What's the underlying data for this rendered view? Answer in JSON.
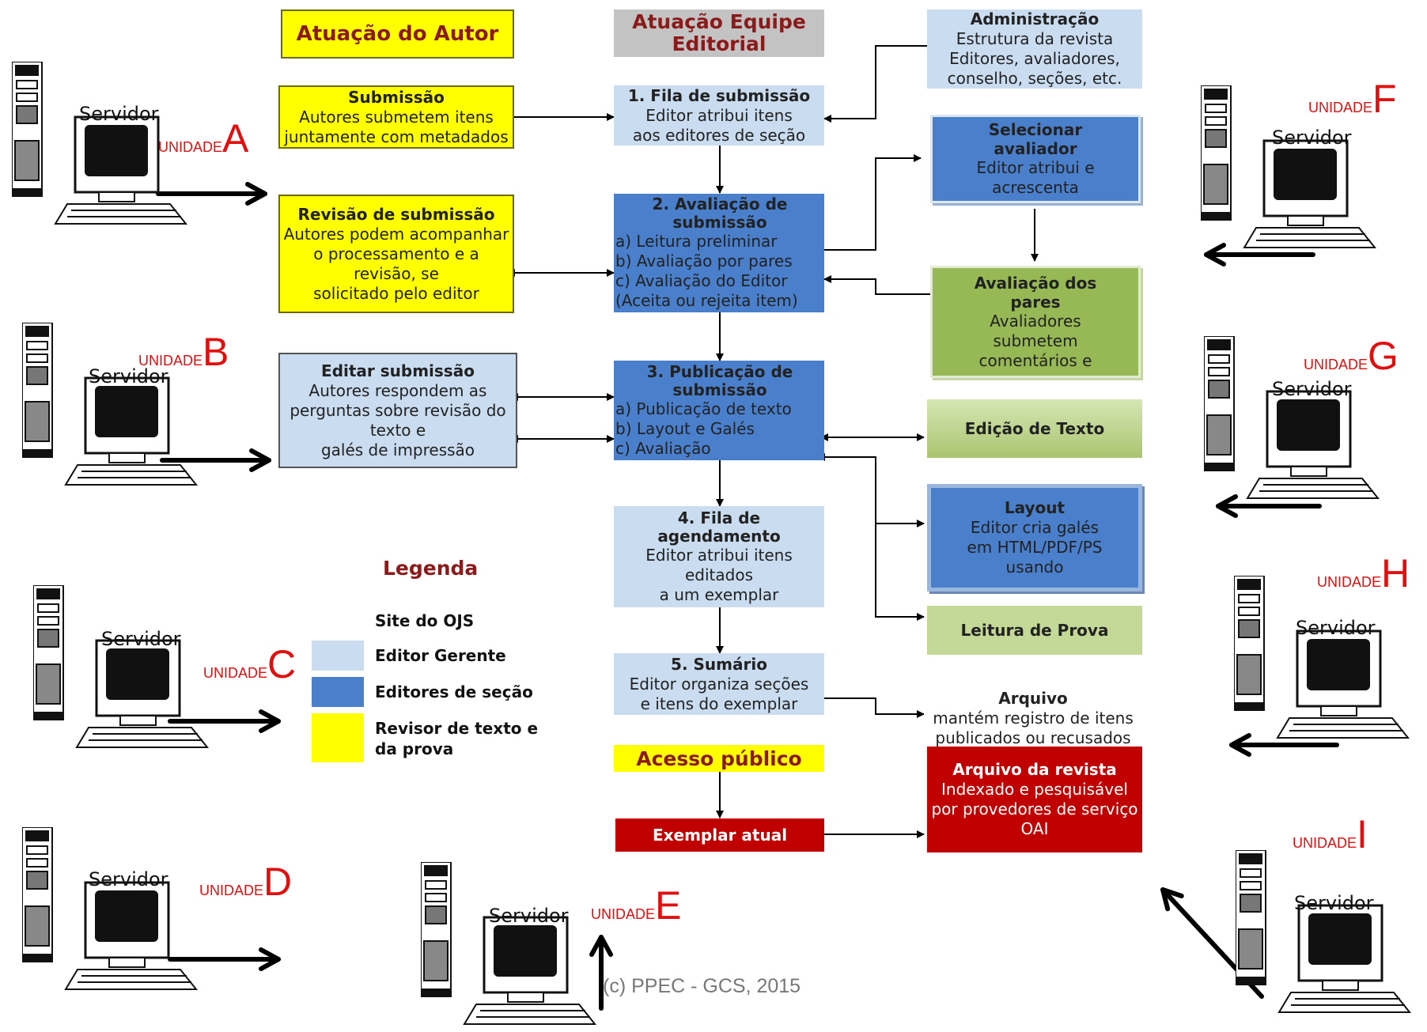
{
  "headers": {
    "author": "Atuação do Autor",
    "editorial": "Atuação Equipe Editorial"
  },
  "author_boxes": {
    "submissao": {
      "title": "Submissão",
      "lines": [
        "Autores submetem itens",
        "juntamente com metadados"
      ]
    },
    "revisao": {
      "title": "Revisão de submissão",
      "lines": [
        "Autores podem acompanhar",
        "o processamento  e  a",
        "revisão, se",
        "solicitado pelo editor"
      ]
    },
    "editar": {
      "title": "Editar submissão",
      "lines": [
        "Autores respondem as",
        "perguntas sobre revisão do",
        "texto e",
        "galés de impressão"
      ]
    }
  },
  "editorial_boxes": {
    "fila": {
      "title": "1. Fila de submissão",
      "lines": [
        "Editor atribui itens",
        "aos editores de seção"
      ]
    },
    "avaliacao": {
      "title": "2. Avaliação de submissão",
      "lines": [
        "a) Leitura preliminar",
        "b) Avaliação por pares",
        "c) Avaliação do Editor",
        "(Aceita ou rejeita item)"
      ]
    },
    "publicacao": {
      "title": "3. Publicação de submissão",
      "lines": [
        "a) Publicação de texto",
        "b) Layout e Galés",
        "c) Avaliação"
      ]
    },
    "agendamento": {
      "title": "4. Fila de agendamento",
      "lines": [
        "Editor atribui itens",
        "editados",
        "a um exemplar"
      ]
    },
    "sumario": {
      "title": "5. Sumário",
      "lines": [
        "Editor organiza seções",
        "e itens do exemplar"
      ]
    },
    "acesso": "Acesso público",
    "exemplar": "Exemplar atual"
  },
  "right_boxes": {
    "admin": {
      "title": "Administração",
      "lines": [
        "Estrutura da revista",
        "Editores, avaliadores,",
        "conselho, seções, etc."
      ]
    },
    "selecionar": {
      "title": "Selecionar avaliador",
      "lines": [
        "Editor atribui e",
        "acrescenta"
      ]
    },
    "pares": {
      "title": "Avaliação dos pares",
      "lines": [
        "Avaliadores",
        "submetem",
        "comentários e"
      ]
    },
    "edicao": "Edição de Texto",
    "layout": {
      "title": "Layout",
      "lines": [
        "Editor cria galés",
        "em HTML/PDF/PS",
        "usando"
      ]
    },
    "leitura": "Leitura de Prova",
    "arquivo": {
      "title": "Arquivo",
      "lines": [
        "mantém registro de itens",
        "publicados ou recusados"
      ]
    },
    "arquivo_revista": {
      "title": "Arquivo da revista",
      "lines": [
        "Indexado e pesquisável",
        "por provedores de serviço",
        "OAI"
      ]
    }
  },
  "legend": {
    "title": "Legenda",
    "items": [
      "Site do OJS",
      "Editor Gerente",
      "Editores de seção",
      "Revisor de texto e da prova"
    ]
  },
  "servers": {
    "label": "Servidor",
    "unit_word": "UNIDADE",
    "units": [
      "A",
      "B",
      "C",
      "D",
      "E",
      "F",
      "G",
      "H",
      "I"
    ]
  },
  "footer": "(c) PPEC - GCS, 2015",
  "colors": {
    "yellow": "#ffff00",
    "light_blue": "#c9dcf0",
    "mid_blue": "#4a7fcc",
    "green": "#97b955",
    "light_green": "#c4d998",
    "dark_red": "#c00000",
    "unit_red": "#e01010"
  }
}
